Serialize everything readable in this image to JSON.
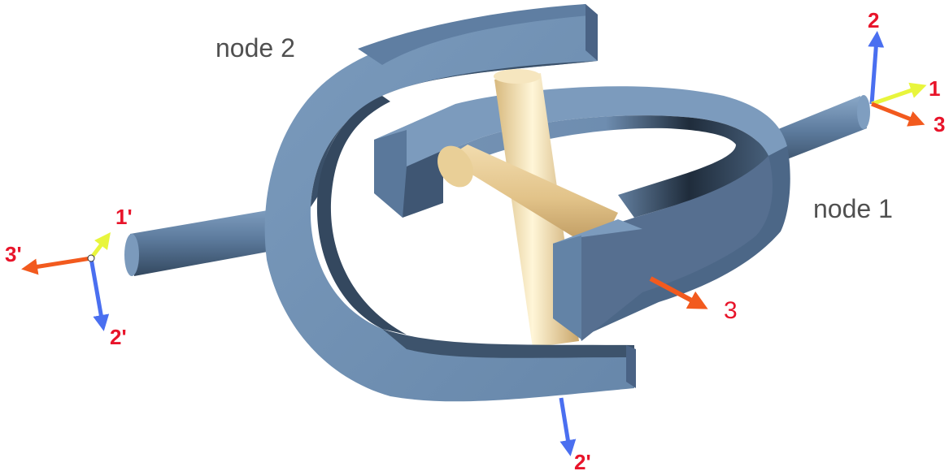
{
  "labels": {
    "node2": "node 2",
    "node1": "node 1"
  },
  "axes_node1": {
    "a1": "1",
    "a2": "2",
    "a3": "3"
  },
  "axes_node2": {
    "a1": "1'",
    "a2": "2'",
    "a3": "3'"
  },
  "axis_bottom": "2'",
  "axis_middle": "3",
  "colors": {
    "steel_light": "#7596b8",
    "steel_mid": "#5a7899",
    "steel_dark": "#3d546f",
    "pin_light": "#fdf1cd",
    "pin_mid": "#e8cf99",
    "pin_dark": "#c9a76b",
    "axis_red": "#f25a1e",
    "axis_blue": "#4a6ff0",
    "axis_yellow": "#e8f53c",
    "label_red": "#e8142a",
    "label_gray": "#505050"
  }
}
